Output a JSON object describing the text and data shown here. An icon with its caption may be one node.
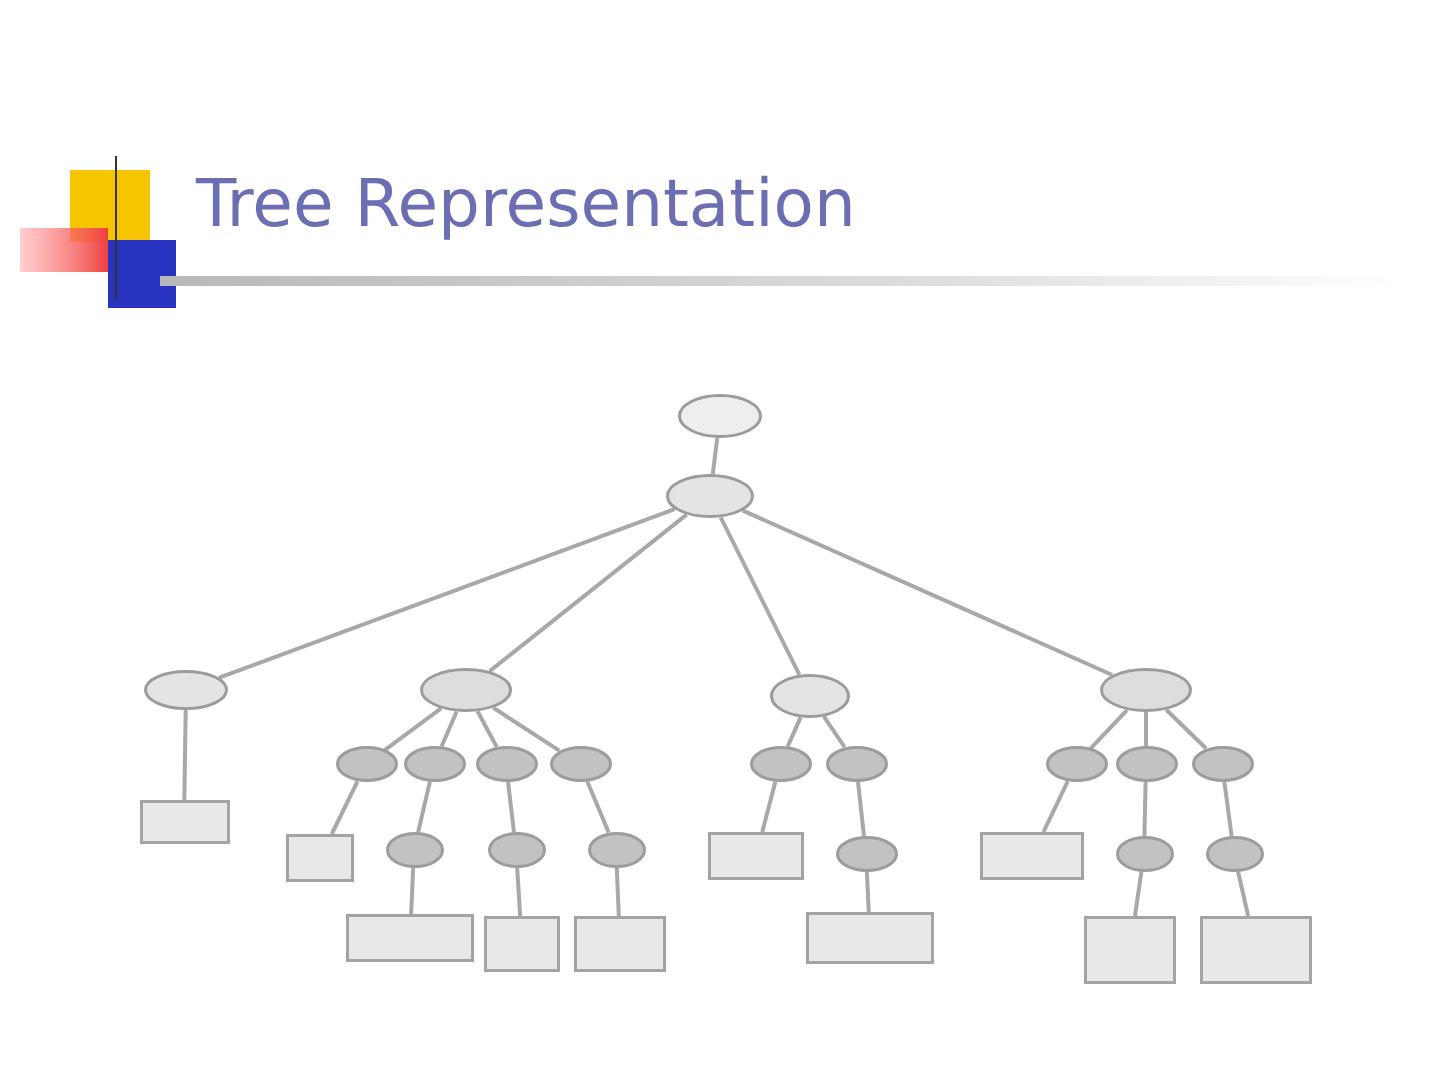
{
  "diagram": {
    "title": "Tree Representation",
    "nodes": [
      {
        "text": [],
        "shape": "ellipse"
      },
      {
        "text": [],
        "shape": "ellipse"
      },
      {
        "text": [],
        "shape": "ellipse"
      },
      {
        "text": [],
        "shape": "ellipse"
      },
      {
        "text": [],
        "shape": "ellipse"
      },
      {
        "text": [],
        "shape": "ellipse"
      },
      {
        "text": [],
        "shape": "ellipse"
      },
      {
        "text": [],
        "shape": "ellipse"
      },
      {
        "text": [],
        "shape": "ellipse"
      },
      {
        "text": [],
        "shape": "ellipse"
      },
      {
        "text": [],
        "shape": "ellipse"
      },
      {
        "text": [],
        "shape": "ellipse"
      },
      {
        "text": [],
        "shape": "ellipse"
      },
      {
        "text": [],
        "shape": "ellipse"
      },
      {
        "text": [],
        "shape": "ellipse"
      },
      {
        "text": [],
        "shape": "box"
      },
      {
        "text": [],
        "shape": "box"
      },
      {
        "text": [],
        "shape": "ellipse"
      },
      {
        "text": [],
        "shape": "ellipse"
      },
      {
        "text": [],
        "shape": "ellipse"
      },
      {
        "text": [],
        "shape": "box"
      },
      {
        "text": [],
        "shape": "ellipse"
      },
      {
        "text": [],
        "shape": "box"
      },
      {
        "text": [],
        "shape": "ellipse"
      },
      {
        "text": [],
        "shape": "ellipse"
      },
      {
        "text": [],
        "shape": "box"
      },
      {
        "text": [],
        "shape": "box"
      },
      {
        "text": [],
        "shape": "box"
      },
      {
        "text": [],
        "shape": "box"
      },
      {
        "text": [],
        "shape": "box"
      },
      {
        "text": [],
        "shape": "box"
      }
    ],
    "edges": [
      {
        "from": 0,
        "to": 1,
        "arrow": "none"
      },
      {
        "from": 1,
        "to": 2,
        "arrow": "none"
      },
      {
        "from": 1,
        "to": 3,
        "arrow": "none"
      },
      {
        "from": 1,
        "to": 4,
        "arrow": "none"
      },
      {
        "from": 1,
        "to": 5,
        "arrow": "none"
      },
      {
        "from": 2,
        "to": 15,
        "arrow": "none"
      },
      {
        "from": 3,
        "to": 6,
        "arrow": "none"
      },
      {
        "from": 3,
        "to": 7,
        "arrow": "none"
      },
      {
        "from": 3,
        "to": 8,
        "arrow": "none"
      },
      {
        "from": 3,
        "to": 9,
        "arrow": "none"
      },
      {
        "from": 4,
        "to": 10,
        "arrow": "none"
      },
      {
        "from": 4,
        "to": 11,
        "arrow": "none"
      },
      {
        "from": 5,
        "to": 12,
        "arrow": "none"
      },
      {
        "from": 5,
        "to": 13,
        "arrow": "none"
      },
      {
        "from": 5,
        "to": 14,
        "arrow": "none"
      },
      {
        "from": 6,
        "to": 16,
        "arrow": "none"
      },
      {
        "from": 7,
        "to": 17,
        "arrow": "none"
      },
      {
        "from": 8,
        "to": 18,
        "arrow": "none"
      },
      {
        "from": 9,
        "to": 19,
        "arrow": "none"
      },
      {
        "from": 10,
        "to": 20,
        "arrow": "none"
      },
      {
        "from": 11,
        "to": 21,
        "arrow": "none"
      },
      {
        "from": 12,
        "to": 22,
        "arrow": "none"
      },
      {
        "from": 13,
        "to": 23,
        "arrow": "none"
      },
      {
        "from": 14,
        "to": 24,
        "arrow": "none"
      },
      {
        "from": 17,
        "to": 25,
        "arrow": "none"
      },
      {
        "from": 18,
        "to": 26,
        "arrow": "none"
      },
      {
        "from": 19,
        "to": 27,
        "arrow": "none"
      },
      {
        "from": 21,
        "to": 28,
        "arrow": "none"
      },
      {
        "from": 23,
        "to": 29,
        "arrow": "none"
      },
      {
        "from": 24,
        "to": 30,
        "arrow": "none"
      }
    ]
  }
}
